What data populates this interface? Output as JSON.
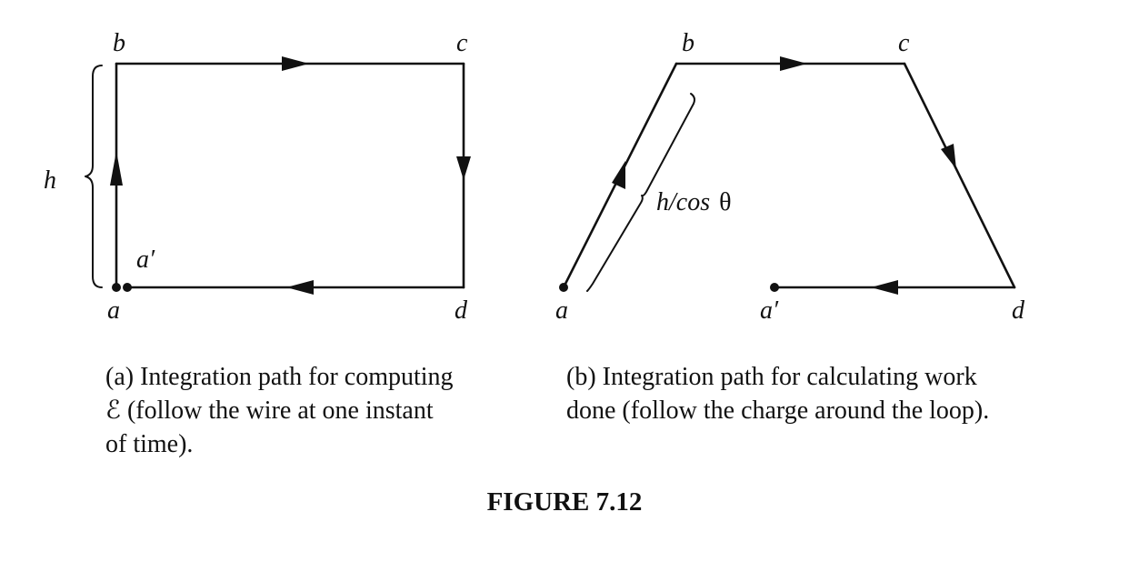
{
  "panel_a": {
    "labels": {
      "b": "b",
      "c": "c",
      "a": "a",
      "d": "d",
      "a_prime": "a′",
      "h": "h"
    },
    "caption": {
      "line1": "(a)  Integration path for computing",
      "line2": "ℰ (follow the wire at one instant",
      "line3": "of time)."
    }
  },
  "panel_b": {
    "labels": {
      "b": "b",
      "c": "c",
      "a": "a",
      "d": "d",
      "a_prime": "a′",
      "h_cos": "h/cos",
      "theta": "θ"
    },
    "caption": {
      "line1": "(b)  Integration path for calculating  work",
      "line2": "done (follow the  charge around the loop)."
    }
  },
  "figure_title": "FIGURE 7.12",
  "colors": {
    "stroke": "#111111",
    "background": "#ffffff"
  }
}
